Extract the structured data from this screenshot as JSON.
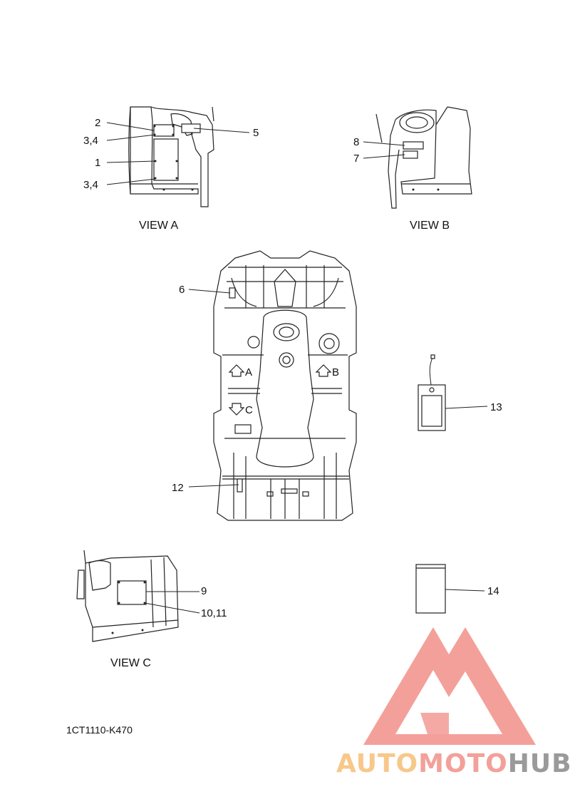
{
  "callouts": {
    "c1": "1",
    "c2": "2",
    "c34a": "3,4",
    "c34b": "3,4",
    "c5": "5",
    "c6": "6",
    "c7": "7",
    "c8": "8",
    "c9": "9",
    "c1011": "10,11",
    "c12": "12",
    "c13": "13",
    "c14": "14"
  },
  "views": {
    "a": "VIEW A",
    "b": "VIEW B",
    "c": "VIEW C"
  },
  "arrows": {
    "a": "A",
    "b": "B",
    "c": "C"
  },
  "diagram_code": "1CT1110-K470",
  "watermark": {
    "auto": "AUTO",
    "moto": "MOTO",
    "hub": "HUB",
    "colors": {
      "logo": "#f4a09a",
      "auto": "#f7c88a",
      "moto": "#f4a09a",
      "hub": "#9a9a9a"
    }
  }
}
